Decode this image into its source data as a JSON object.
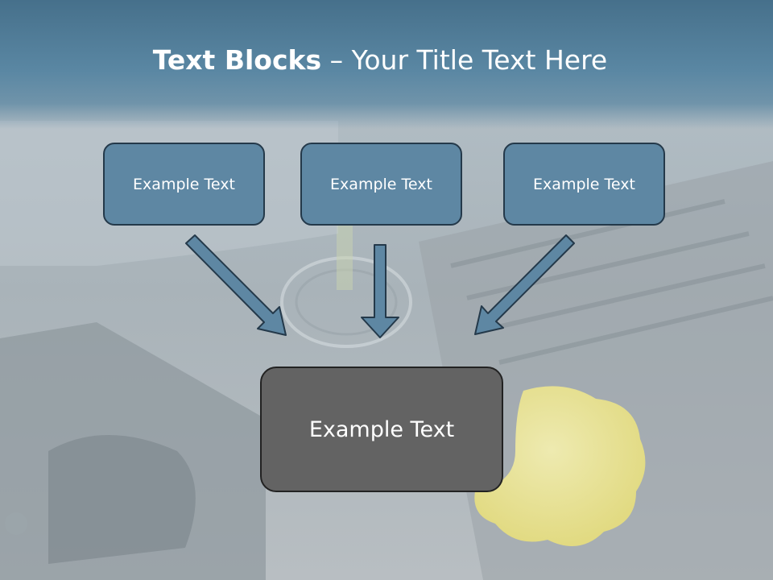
{
  "title": {
    "bold": "Text Blocks",
    "rest": " – Your Title Text Here"
  },
  "blocks": [
    {
      "label": "Example Text"
    },
    {
      "label": "Example Text"
    },
    {
      "label": "Example Text"
    }
  ],
  "main_block": {
    "label": "Example Text"
  },
  "colors": {
    "header": "#4f7d99",
    "block_fill": "#5e87a3",
    "block_border": "#24394a",
    "main_fill": "#636363",
    "arrow_fill": "#5e87a3"
  }
}
